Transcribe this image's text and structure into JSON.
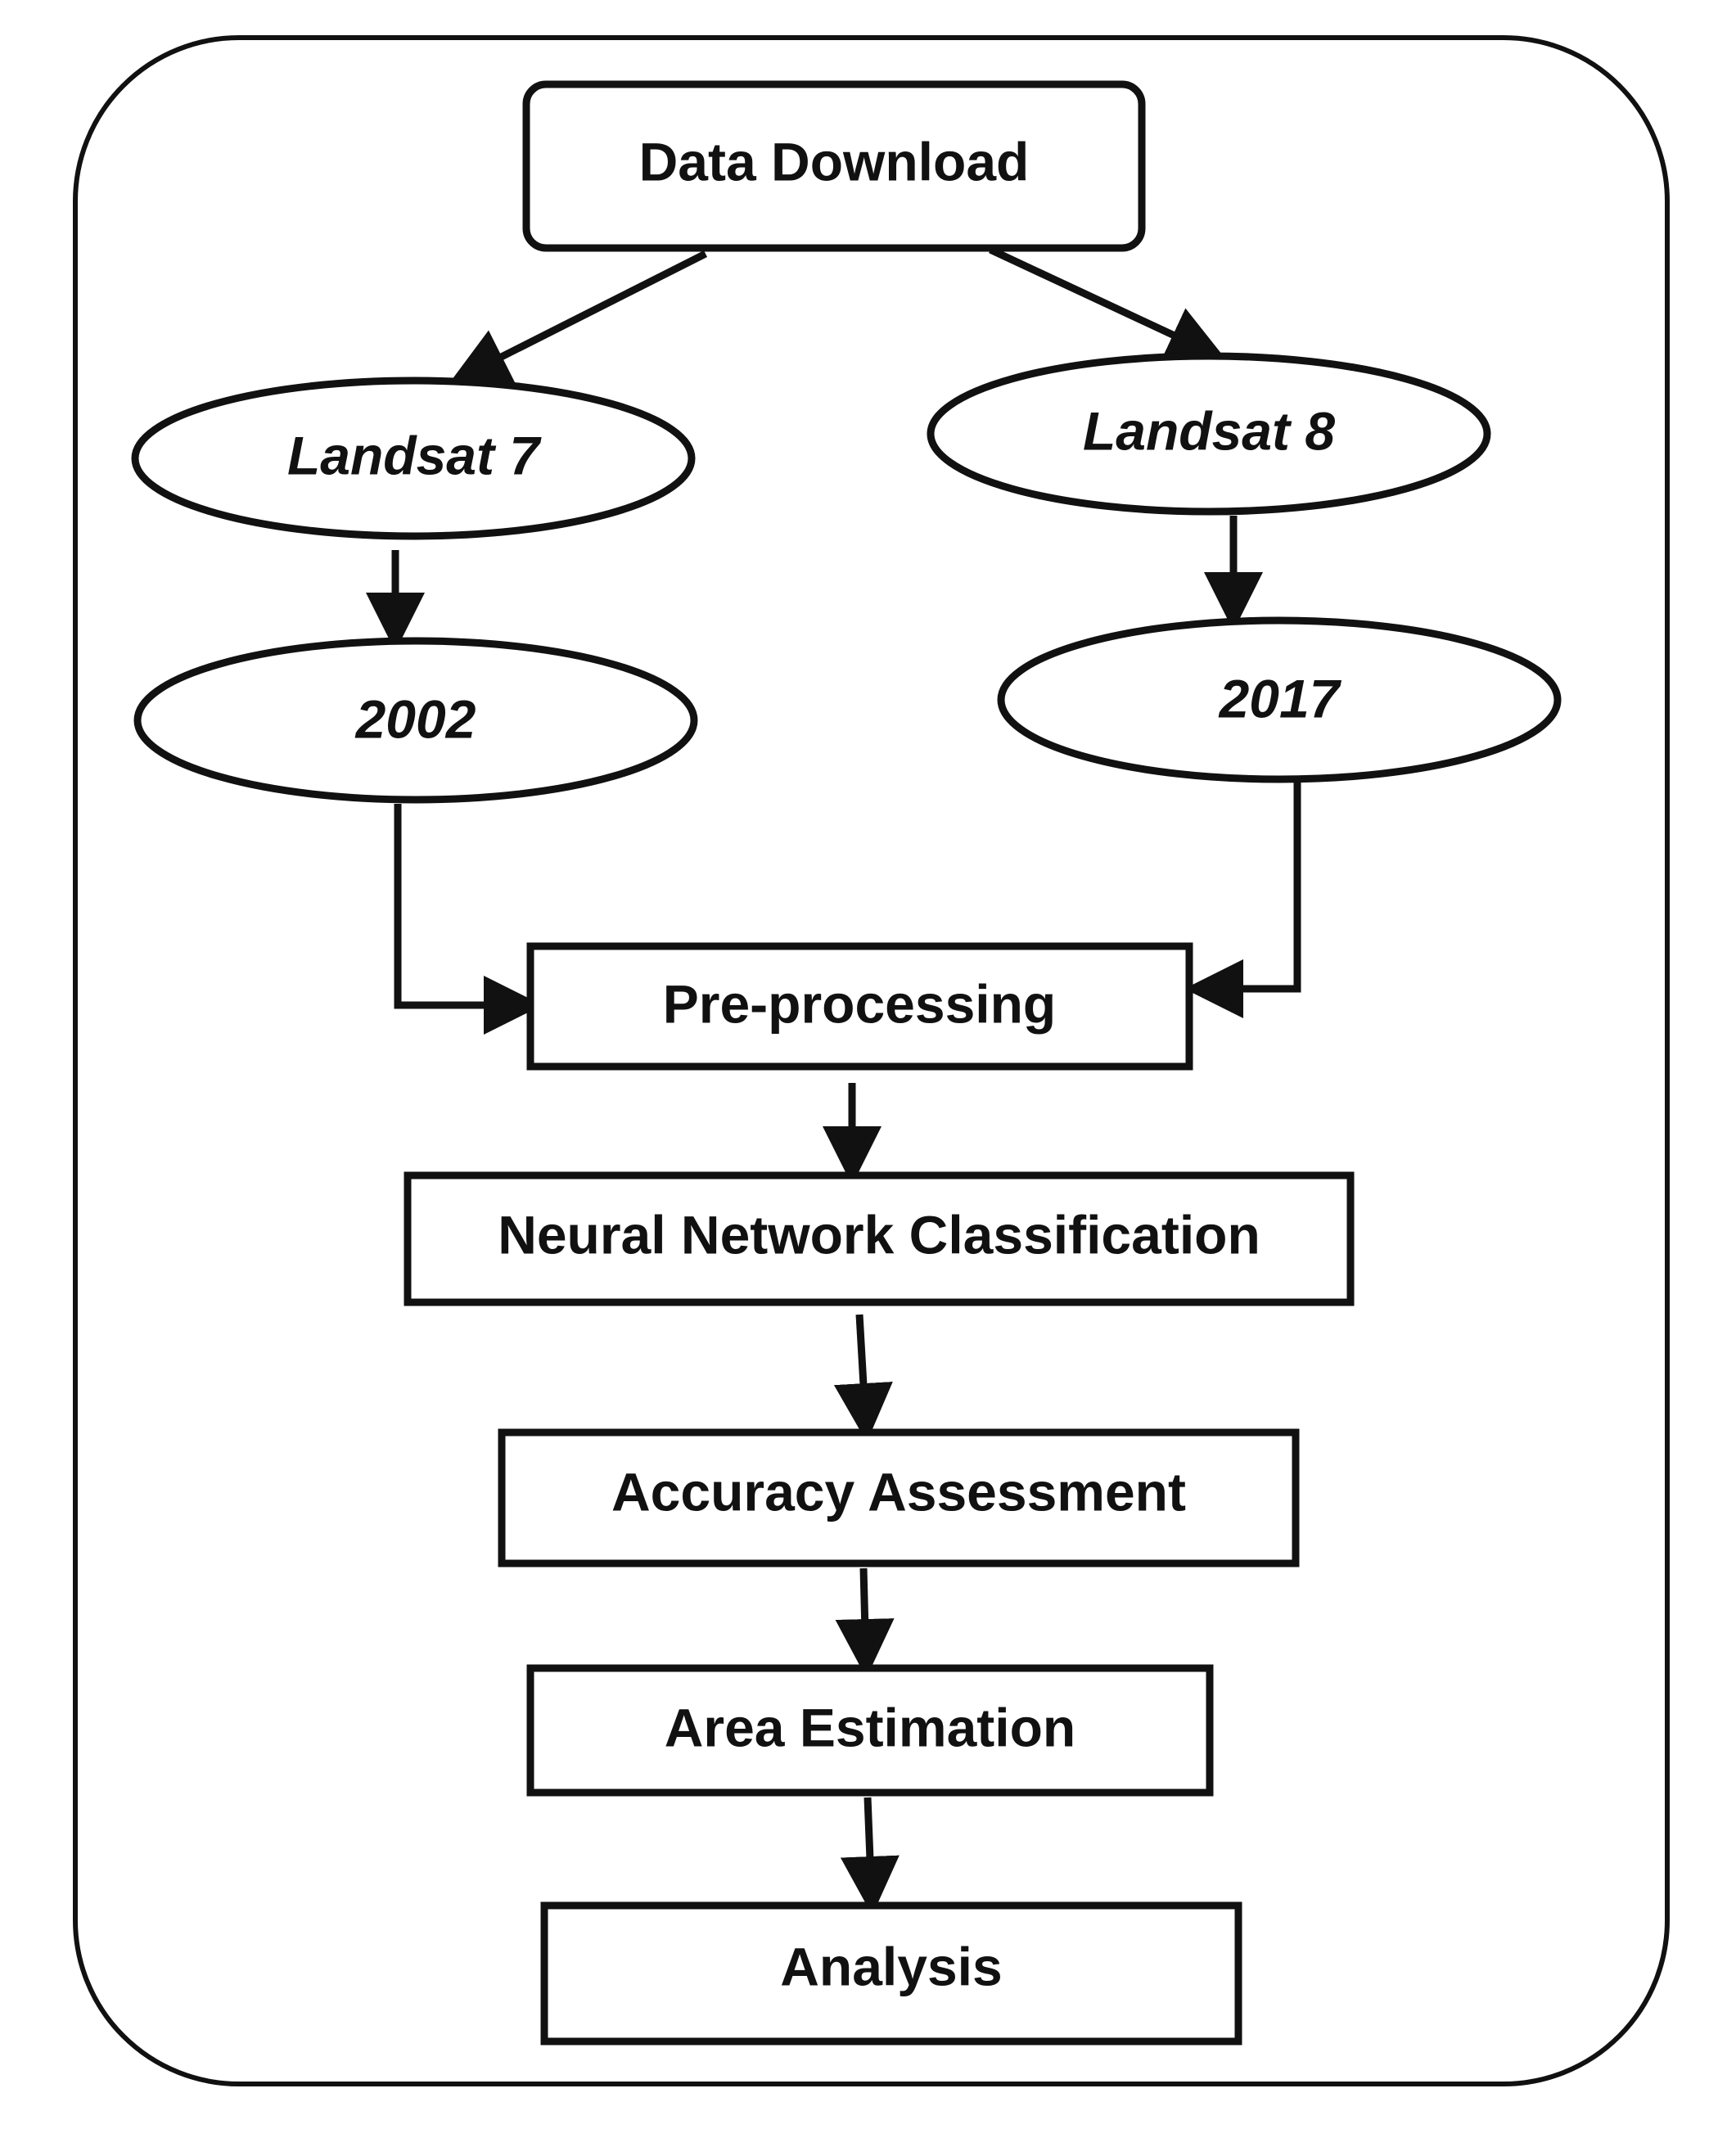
{
  "nodes": {
    "data_download": "Data Download",
    "landsat7": "Landsat 7",
    "landsat8": "Landsat 8",
    "y2002": "2002",
    "y2017": "2017",
    "preprocessing": "Pre-processing",
    "nn_classification": "Neural Network Classification",
    "accuracy": "Accuracy Assessment",
    "area": "Area Estimation",
    "analysis": "Analysis"
  },
  "colors": {
    "stroke": "#111111",
    "fill": "#ffffff",
    "text": "#111111"
  }
}
